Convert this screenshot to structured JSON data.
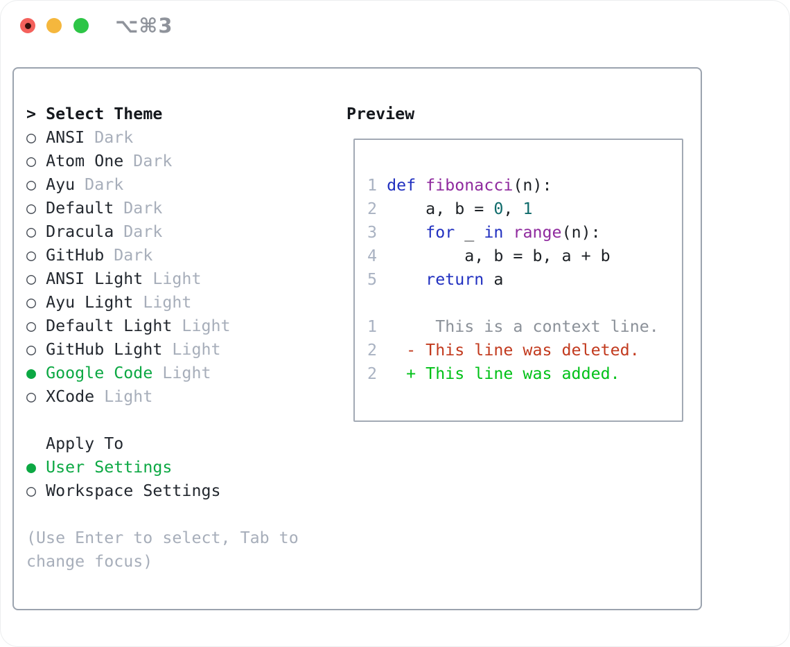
{
  "window": {
    "title": "⌥⌘3"
  },
  "theme_panel": {
    "header_prompt": ">",
    "header_label": "Select Theme",
    "bullets": {
      "unselected": "○",
      "selected": "●"
    },
    "themes": [
      {
        "name": "ANSI",
        "variant": "Dark",
        "selected": false
      },
      {
        "name": "Atom One",
        "variant": "Dark",
        "selected": false
      },
      {
        "name": "Ayu",
        "variant": "Dark",
        "selected": false
      },
      {
        "name": "Default",
        "variant": "Dark",
        "selected": false
      },
      {
        "name": "Dracula",
        "variant": "Dark",
        "selected": false
      },
      {
        "name": "GitHub",
        "variant": "Dark",
        "selected": false
      },
      {
        "name": "ANSI Light",
        "variant": "Light",
        "selected": false
      },
      {
        "name": "Ayu Light",
        "variant": "Light",
        "selected": false
      },
      {
        "name": "Default Light",
        "variant": "Light",
        "selected": false
      },
      {
        "name": "GitHub Light",
        "variant": "Light",
        "selected": false
      },
      {
        "name": "Google Code",
        "variant": "Light",
        "selected": true
      },
      {
        "name": "XCode",
        "variant": "Light",
        "selected": false
      }
    ],
    "apply_to": {
      "label": "Apply To",
      "options": [
        {
          "name": "User Settings",
          "selected": true
        },
        {
          "name": "Workspace Settings",
          "selected": false
        }
      ]
    },
    "help_lines": [
      "(Use Enter to select, Tab to",
      "change focus)"
    ]
  },
  "preview": {
    "title": "Preview",
    "lines": [
      {
        "tokens": [
          [
            "ln",
            "1 "
          ],
          [
            "kw",
            "def "
          ],
          [
            "fn",
            "fibonacci"
          ],
          [
            "pl",
            "(n):"
          ]
        ]
      },
      {
        "tokens": [
          [
            "ln",
            "2 "
          ],
          [
            "pl",
            "    a, b = "
          ],
          [
            "num",
            "0"
          ],
          [
            "pl",
            ", "
          ],
          [
            "num",
            "1"
          ]
        ]
      },
      {
        "tokens": [
          [
            "ln",
            "3 "
          ],
          [
            "pl",
            "    "
          ],
          [
            "kw",
            "for"
          ],
          [
            "pl",
            " _ "
          ],
          [
            "kw",
            "in"
          ],
          [
            "pl",
            " "
          ],
          [
            "fn",
            "range"
          ],
          [
            "pl",
            "(n):"
          ]
        ]
      },
      {
        "tokens": [
          [
            "ln",
            "4 "
          ],
          [
            "pl",
            "        a, b = b, a + b"
          ]
        ]
      },
      {
        "tokens": [
          [
            "ln",
            "5 "
          ],
          [
            "pl",
            "    "
          ],
          [
            "kw",
            "return"
          ],
          [
            "pl",
            " a"
          ]
        ]
      },
      {
        "tokens": []
      },
      {
        "tokens": [
          [
            "ln",
            "1 "
          ],
          [
            "ctx",
            "     This is a context line."
          ]
        ]
      },
      {
        "tokens": [
          [
            "ln",
            "2 "
          ],
          [
            "del",
            "  - This line was deleted."
          ]
        ]
      },
      {
        "tokens": [
          [
            "ln",
            "2 "
          ],
          [
            "add",
            "  + This line was added."
          ]
        ]
      }
    ]
  },
  "colors": {
    "selection_green": "#0ca843",
    "added_green": "#00c117",
    "deleted_red": "#c23a1e",
    "keyword_blue": "#2130c0",
    "function_purple": "#8f2a9e",
    "number_teal": "#0f6b6b",
    "line_number_gray": "#a9b2c2",
    "context_gray": "#8b9199",
    "text_dark": "#23282f",
    "muted_gray": "#a7aeba",
    "bullet_gray": "#454b54",
    "panel_border": "#9ba3ae",
    "preview_border": "#a2a9b4",
    "titlebar_gray": "#8f939b",
    "traffic_red": "#f4615c",
    "traffic_yellow": "#f5b73d",
    "traffic_green": "#2dc546"
  }
}
